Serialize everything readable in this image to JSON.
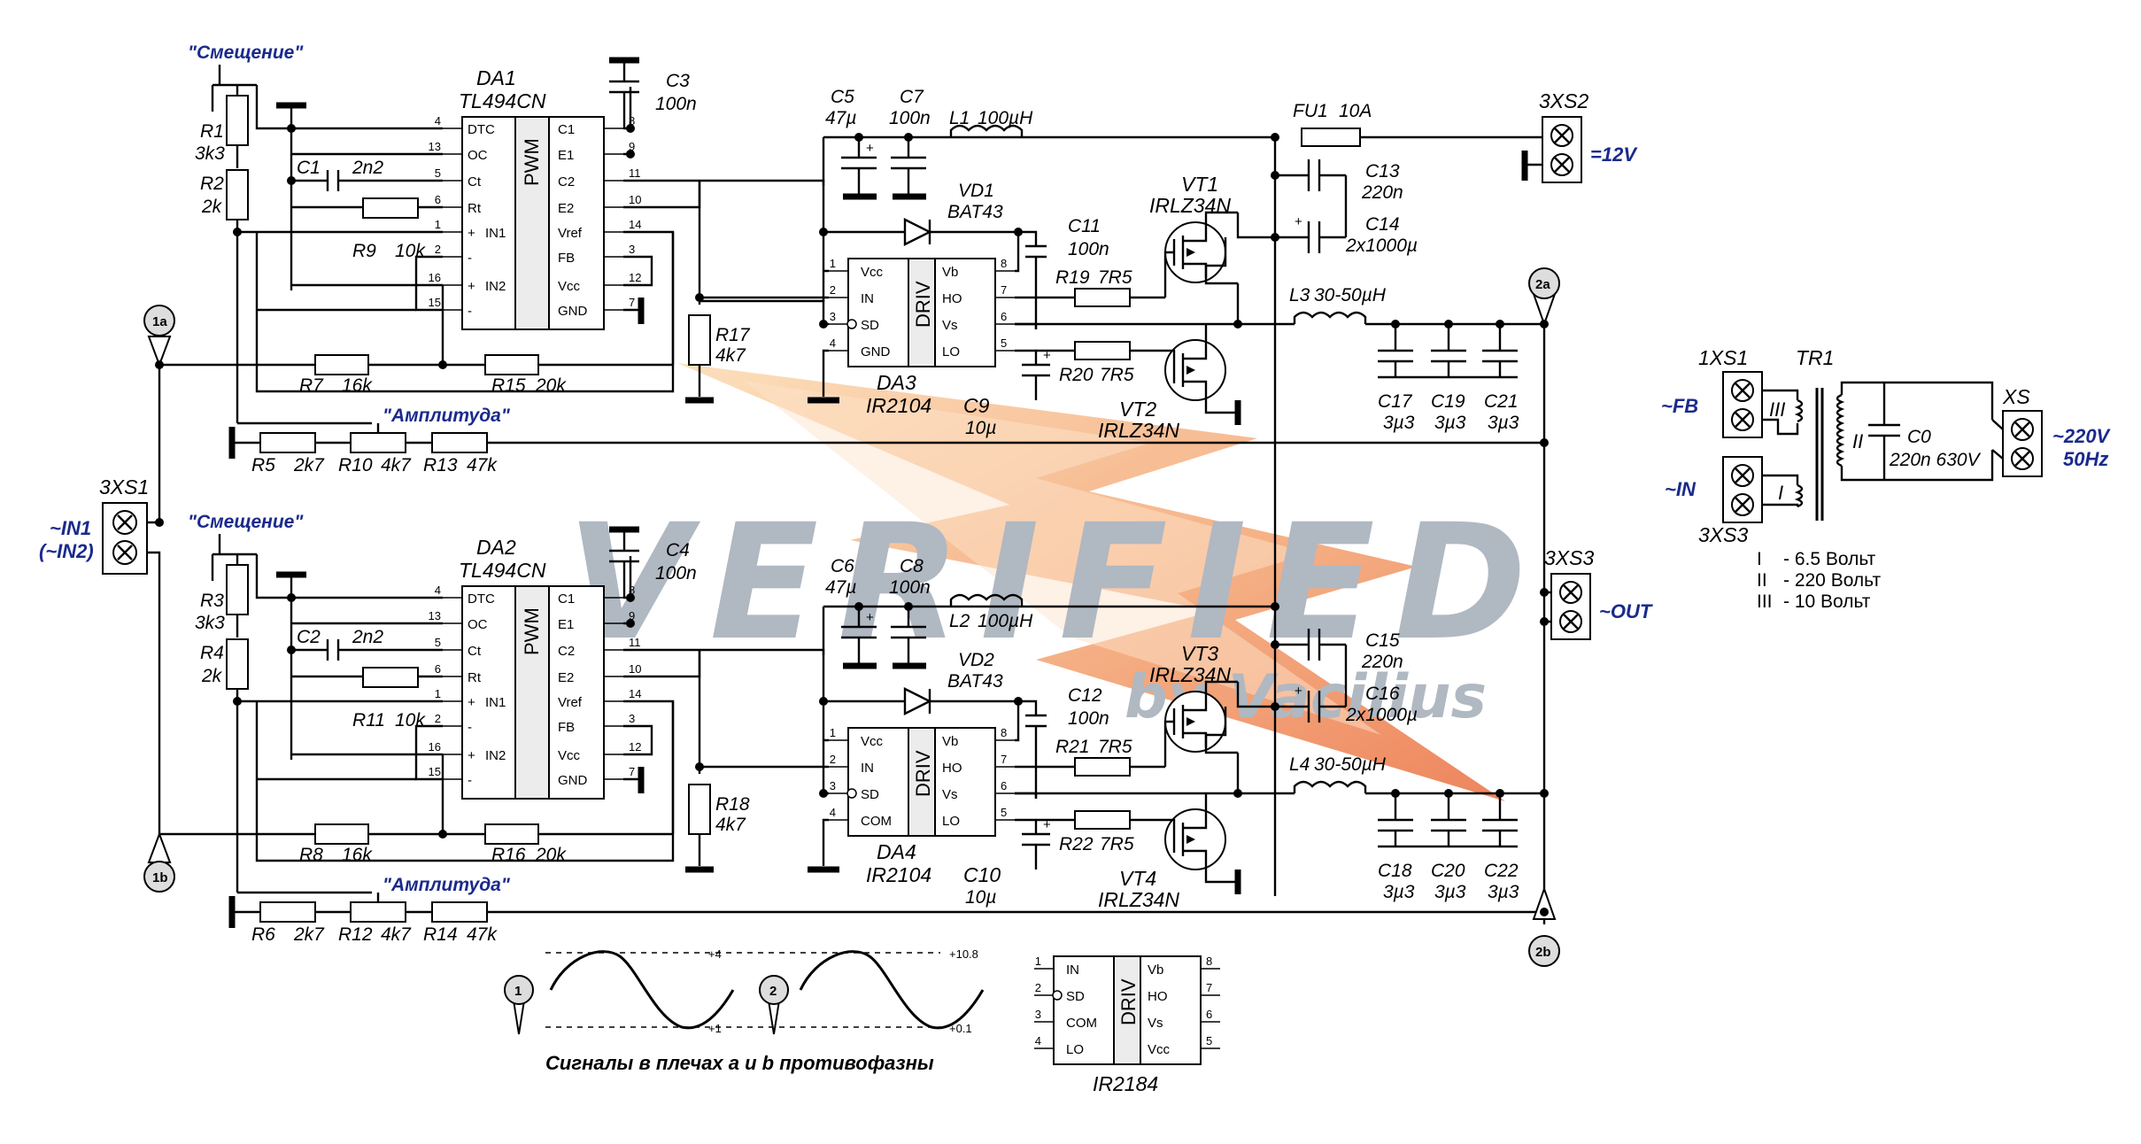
{
  "watermark": {
    "main": "VERIFIED",
    "sub": "by Vacilius"
  },
  "inputs": {
    "in1": "~IN1",
    "in2": "(~IN2)",
    "conn_in": "3XS1",
    "node_1a": "1a",
    "node_1b": "1b",
    "node_2a": "2a",
    "node_2b": "2b"
  },
  "upper": {
    "ic_ref": "DA1",
    "ic_part": "TL494CN",
    "ic_core": "PWM",
    "bias": "\"Смещение\"",
    "amp": "\"Амплитуда\"",
    "r1": "R1",
    "r1v": "3k3",
    "r2": "R2",
    "r2v": "2k",
    "c1": "C1",
    "c1v": "2n2",
    "r9": "R9",
    "r9v": "10k",
    "r7": "R7",
    "r7v": "16k",
    "r15": "R15",
    "r15v": "20k",
    "r5": "R5",
    "r5v": "2k7",
    "r10": "R10",
    "r10v": "4k7",
    "r13": "R13",
    "r13v": "47k",
    "c3": "C3",
    "c3v": "100n",
    "r17": "R17",
    "r17v": "4k7",
    "c5": "C5",
    "c5v": "47µ",
    "c7": "C7",
    "c7v": "100n",
    "l1": "L1",
    "l1v": "100µH",
    "vd1": "VD1",
    "vd1v": "BAT43",
    "c11": "C11",
    "c11v": "100n",
    "drv_ref": "DA3",
    "drv_part": "IR2104",
    "drv_core": "DRIV",
    "c9": "C9",
    "c9v": "10µ",
    "r19": "R19",
    "r19v": "7R5",
    "r20": "R20",
    "r20v": "7R5",
    "vt1": "VT1",
    "vt1v": "IRLZ34N",
    "vt2": "VT2",
    "vt2v": "IRLZ34N",
    "l3": "L3",
    "l3v": "30-50µH",
    "c17": "C17",
    "c17v": "3µ3",
    "c19": "C19",
    "c19v": "3µ3",
    "c21": "C21",
    "c21v": "3µ3",
    "fu1": "FU1",
    "fu1v": "10A",
    "c13": "C13",
    "c13v": "220n",
    "c14": "C14",
    "c14v": "2x1000µ",
    "conn": "3XS2",
    "conn_lbl": "=12V"
  },
  "lower": {
    "ic_ref": "DA2",
    "ic_part": "TL494CN",
    "ic_core": "PWM",
    "bias": "\"Смещение\"",
    "amp": "\"Амплитуда\"",
    "r3": "R3",
    "r3v": "3k3",
    "r4": "R4",
    "r4v": "2k",
    "c2": "C2",
    "c2v": "2n2",
    "r11": "R11",
    "r11v": "10k",
    "r8": "R8",
    "r8v": "16k",
    "r16": "R16",
    "r16v": "20k",
    "r6": "R6",
    "r6v": "2k7",
    "r12": "R12",
    "r12v": "4k7",
    "r14": "R14",
    "r14v": "47k",
    "c4": "C4",
    "c4v": "100n",
    "r18": "R18",
    "r18v": "4k7",
    "c6": "C6",
    "c6v": "47µ",
    "c8": "C8",
    "c8v": "100n",
    "l2": "L2",
    "l2v": "100µH",
    "vd2": "VD2",
    "vd2v": "BAT43",
    "c12": "C12",
    "c12v": "100n",
    "drv_ref": "DA4",
    "drv_part": "IR2104",
    "drv_core": "DRIV",
    "c10": "C10",
    "c10v": "10µ",
    "r21": "R21",
    "r21v": "7R5",
    "r22": "R22",
    "r22v": "7R5",
    "vt3": "VT3",
    "vt3v": "IRLZ34N",
    "vt4": "VT4",
    "vt4v": "IRLZ34N",
    "l4": "L4",
    "l4v": "30-50µH",
    "c18": "C18",
    "c18v": "3µ3",
    "c20": "C20",
    "c20v": "3µ3",
    "c22": "C22",
    "c22v": "3µ3",
    "c15": "C15",
    "c15v": "220n",
    "c16": "C16",
    "c16v": "2x1000µ",
    "conn": "3XS3",
    "conn_lbl": "~OUT"
  },
  "tl494_pins": {
    "left": [
      [
        "4",
        "DTC"
      ],
      [
        "13",
        "OC"
      ],
      [
        "5",
        "Ct"
      ],
      [
        "6",
        "Rt"
      ],
      [
        "1",
        "+"
      ],
      [
        "2",
        "-"
      ],
      [
        "16",
        "+"
      ],
      [
        "15",
        "-"
      ]
    ],
    "left_extra": [
      "IN1",
      "IN2"
    ],
    "right": [
      [
        "8",
        "C1"
      ],
      [
        "9",
        "E1"
      ],
      [
        "11",
        "C2"
      ],
      [
        "10",
        "E2"
      ],
      [
        "14",
        "Vref"
      ],
      [
        "3",
        "FB"
      ],
      [
        "12",
        "Vcc"
      ],
      [
        "7",
        "GND"
      ]
    ]
  },
  "ir2104_pins": {
    "left": [
      [
        "1",
        "Vcc"
      ],
      [
        "2",
        "IN"
      ],
      [
        "3",
        "SD"
      ],
      [
        "4",
        "GND"
      ]
    ],
    "left_lower": [
      [
        "1",
        "Vcc"
      ],
      [
        "2",
        "IN"
      ],
      [
        "3",
        "SD"
      ],
      [
        "4",
        "COM"
      ]
    ],
    "right": [
      [
        "8",
        "Vb"
      ],
      [
        "7",
        "HO"
      ],
      [
        "6",
        "Vs"
      ],
      [
        "5",
        "LO"
      ]
    ]
  },
  "transformer": {
    "conn_fb": "1XS1",
    "fb": "~FB",
    "conn_in": "3XS3",
    "in": "~IN",
    "tr": "TR1",
    "w1": "I",
    "w2": "II",
    "w3": "III",
    "c0": "C0",
    "c0v": "220n 630V",
    "conn_out": "XS",
    "out": "~220V",
    "freq": "50Hz",
    "legend": [
      [
        "I",
        "- 6.5 Вольт"
      ],
      [
        "II",
        "- 220 Вольт"
      ],
      [
        "III",
        "- 10 Вольт"
      ]
    ]
  },
  "ir2184": {
    "part": "IR2184",
    "core": "DRIV",
    "left": [
      [
        "1",
        "IN"
      ],
      [
        "2",
        "SD"
      ],
      [
        "3",
        "COM"
      ],
      [
        "4",
        "LO"
      ]
    ],
    "right": [
      [
        "8",
        "Vb"
      ],
      [
        "7",
        "HO"
      ],
      [
        "6",
        "Vs"
      ],
      [
        "5",
        "Vcc"
      ]
    ]
  },
  "signals": {
    "s1": {
      "node": "1",
      "top": "+4",
      "bottom": "+1"
    },
    "s2": {
      "node": "2",
      "top": "+10.8",
      "bottom": "+0.1"
    },
    "caption": "Сигналы в плечах a и b противофазны"
  }
}
